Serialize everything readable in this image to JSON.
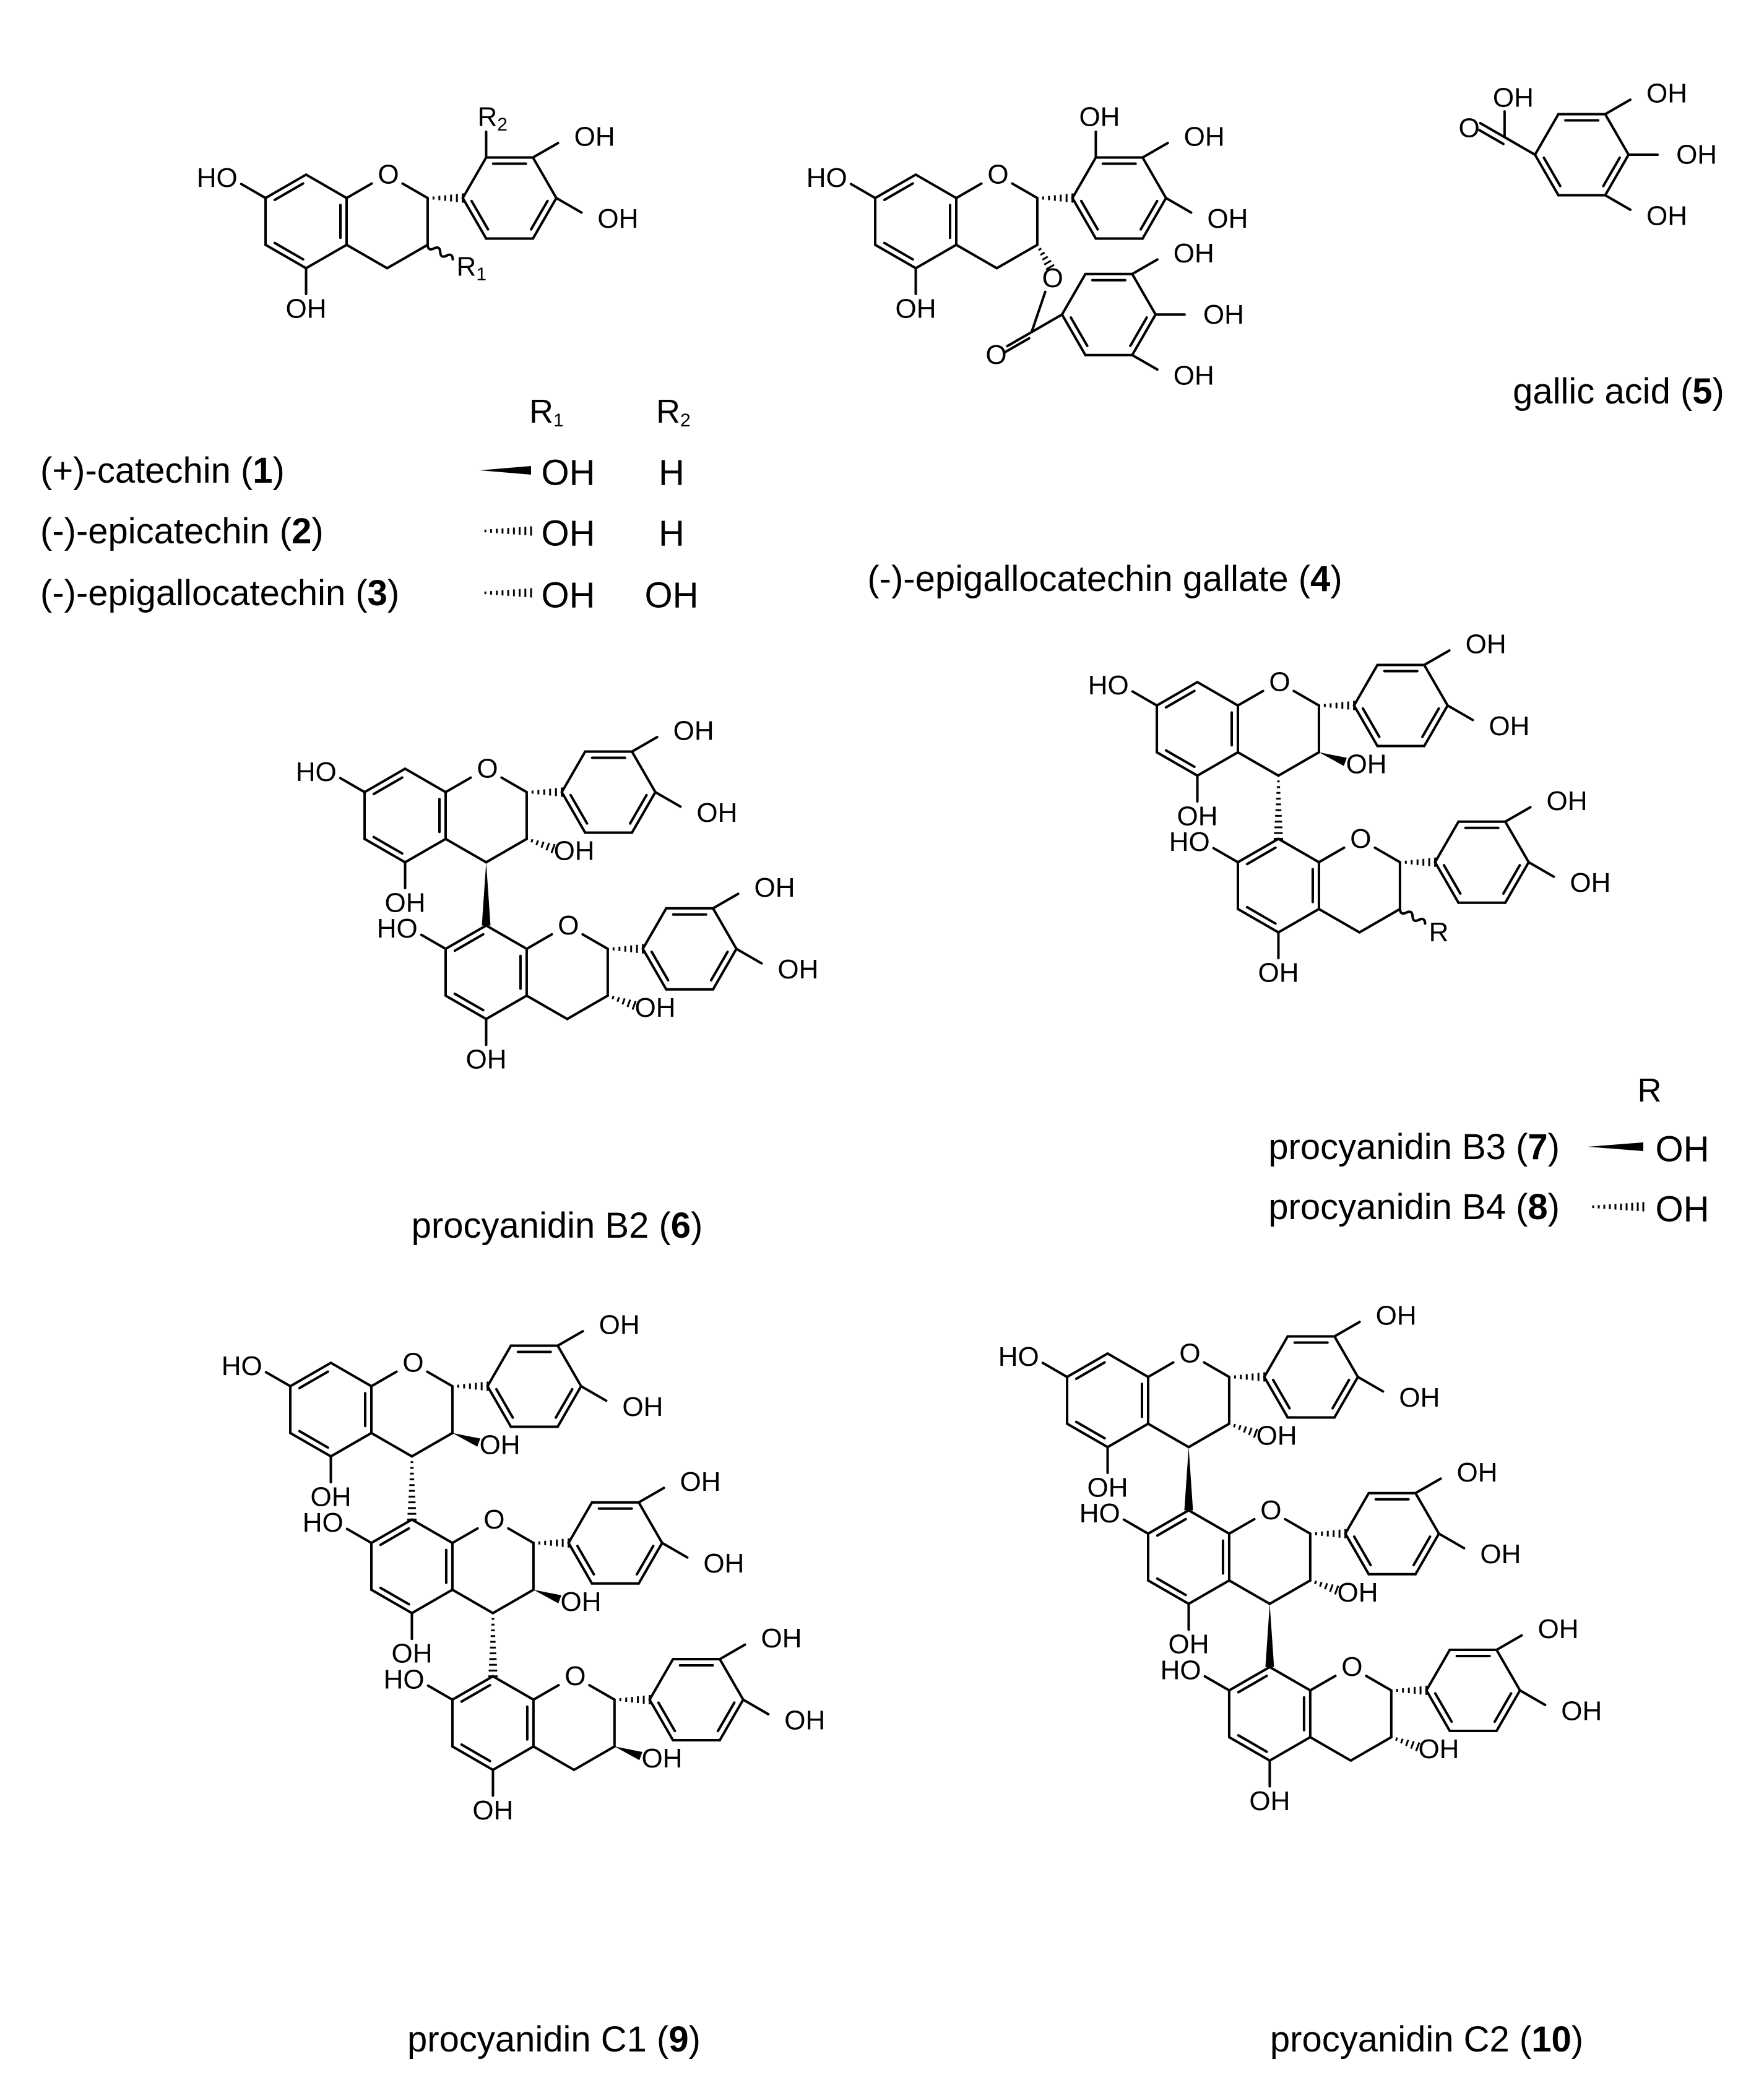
{
  "compounds": [
    {
      "id": "1",
      "prefix": "(+)-catechin (",
      "number": "1",
      "suffix": ")",
      "r1": "OH",
      "r2": "H",
      "r1_style": "wedge"
    },
    {
      "id": "2",
      "prefix": "(-)-epicatechin (",
      "number": "2",
      "suffix": ")",
      "r1": "OH",
      "r2": "H",
      "r1_style": "hash"
    },
    {
      "id": "3",
      "prefix": "(-)-epigallocatechin (",
      "number": "3",
      "suffix": ")",
      "r1": "OH",
      "r2": "OH",
      "r1_style": "hash"
    },
    {
      "id": "4",
      "prefix": "(-)-epigallocatechin gallate (",
      "number": "4",
      "suffix": ")"
    },
    {
      "id": "5",
      "prefix": "gallic acid (",
      "number": "5",
      "suffix": ")"
    },
    {
      "id": "6",
      "prefix": "procyanidin B2 (",
      "number": "6",
      "suffix": ")"
    },
    {
      "id": "7",
      "prefix": "procyanidin B3 (",
      "number": "7",
      "suffix": ")",
      "r": "OH",
      "r_style": "wedge"
    },
    {
      "id": "8",
      "prefix": "procyanidin B4 (",
      "number": "8",
      "suffix": ")",
      "r": "OH",
      "r_style": "hash"
    },
    {
      "id": "9",
      "prefix": "procyanidin C1 (",
      "number": "9",
      "suffix": ")"
    },
    {
      "id": "10",
      "prefix": "procyanidin C2 (",
      "number": "10",
      "suffix": ")"
    }
  ],
  "headers": {
    "r1_letter": "R",
    "r1_sub": "1",
    "r2_letter": "R",
    "r2_sub": "2",
    "r_letter": "R"
  },
  "atoms": {
    "oh": "OH",
    "ho": "HO",
    "o": "O",
    "r": "R",
    "r1_letter": "R",
    "r1_sub": "1",
    "r2_letter": "R",
    "r2_sub": "2"
  }
}
